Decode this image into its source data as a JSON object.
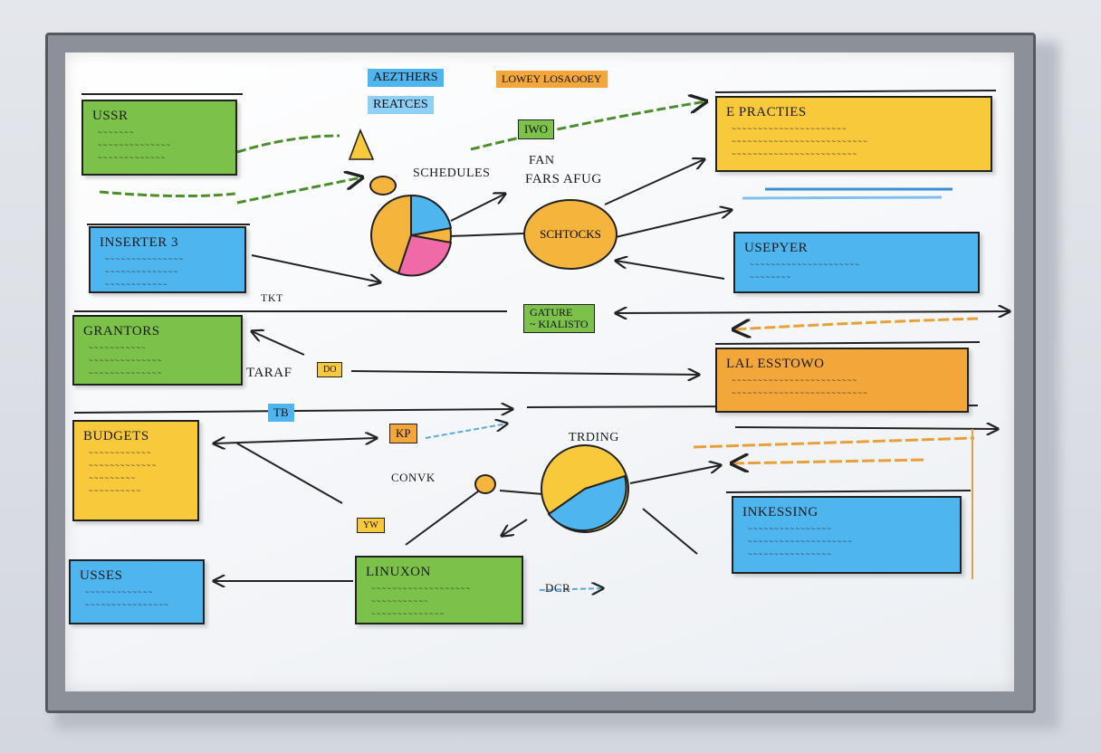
{
  "colors": {
    "green": "#7cc24a",
    "blue": "#4fb5ee",
    "yellow": "#f8c93a",
    "orange": "#f3a63a",
    "pink": "#f06aa8",
    "ink": "#222222"
  },
  "top_tags": {
    "tag1": "AEZTHERS",
    "tag2": "LOWEY LOSAOOEY",
    "tag3": "REATCES"
  },
  "notes": {
    "user": {
      "title": "USSR",
      "lines": [
        "~~~~~~~",
        "~~~~~~~~~~~~~~",
        "~~~~~~~~~~~~~"
      ]
    },
    "inserter": {
      "title": "INSERTER 3",
      "lines": [
        "~~~~~~~~~~~~~~~",
        "~~~~~~~~~~~~~~",
        "~~~~~~~~~~~~"
      ]
    },
    "grantors": {
      "title": "GRANTORS",
      "lines": [
        "~~~~~~~~~~~",
        "~~~~~~~~~~~~~~",
        "~~~~~~~~~~~~~~"
      ]
    },
    "budgets": {
      "title": "BUDGETS",
      "lines": [
        "~~~~~~~~~~~~",
        "~~~~~~~~~~~~~",
        "~~~~~~~~~",
        "~~~~~~~~~~"
      ]
    },
    "usses": {
      "title": "USSES",
      "lines": [
        "~~~~~~~~~~~~~",
        "~~~~~~~~~~~~~~~~"
      ]
    },
    "practices": {
      "title": "E PRACTIES",
      "lines": [
        "~~~~~~~~~~~~~~~~~~~~~~",
        "~~~~~~~~~~~~~~~~~~~~~~~~~~",
        "~~~~~~~~~~~~~~~~~~~~~~~~"
      ]
    },
    "userpyer": {
      "title": "USEPYER",
      "lines": [
        "~~~~~~~~~~~~~~~~~~~~~",
        "~~~~~~~~"
      ]
    },
    "lal": {
      "title": "LAL ESSTOWO",
      "lines": [
        "~~~~~~~~~~~~~~~~~~~~~~~~",
        "~~~~~~~~~~~~~~~~~~~~~~~~~~"
      ]
    },
    "insessing": {
      "title": "INKESSING",
      "lines": [
        "~~~~~~~~~~~~~~~~",
        "~~~~~~~~~~~~~~~~~~~~",
        "~~~~~~~~~~~~~~~~"
      ]
    },
    "linuxon": {
      "title": "LINUXON",
      "lines": [
        "~~~~~~~~~~~~~~~~~~~",
        "~~~~~~~~~~~",
        "~~~~~~~~~~~~~~"
      ]
    }
  },
  "tags": {
    "iwo": "IWO",
    "gature": "GATURE\n~ KIALISTO",
    "tb": "TB",
    "kp": "KP",
    "dol": "DO",
    "small_box": "YW"
  },
  "labels": {
    "schedules": "SCHEDULES",
    "fan": "FAN",
    "fans_afug": "FARS AFUG",
    "tkt": "TKT",
    "taraf": "TARAF",
    "trding": "TRDING",
    "covnk": "CONVK",
    "dcr": "DCR"
  },
  "center_oval": "SCHTOCKS"
}
